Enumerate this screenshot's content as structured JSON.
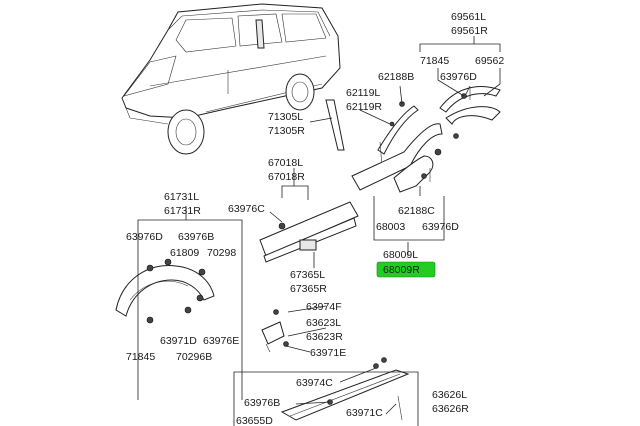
{
  "labels": {
    "l69561L": "69561L",
    "l69561R": "69561R",
    "l71845a": "71845",
    "l69562": "69562",
    "l62188B": "62188B",
    "l63976Da": "63976D",
    "l62119L": "62119L",
    "l62119R": "62119R",
    "l71305L": "71305L",
    "l71305R": "71305R",
    "l67018L": "67018L",
    "l67018R": "67018R",
    "l63976C": "63976C",
    "l62188C": "62188C",
    "l68003": "68003",
    "l63976Db": "63976D",
    "l68009L": "68009L",
    "l68009R": "68009R",
    "l61731L": "61731L",
    "l61731R": "61731R",
    "l63976Dc": "63976D",
    "l63976B": "63976B",
    "l61809": "61809",
    "l70298": "70298",
    "l67365L": "67365L",
    "l67365R": "67365R",
    "l63974F": "63974F",
    "l63623L": "63623L",
    "l63623R": "63623R",
    "l63971E": "63971E",
    "l63971D": "63971D",
    "l63976E": "63976E",
    "l71845b": "71845",
    "l70296B": "70296B",
    "l63974C": "63974C",
    "l63626L": "63626L",
    "l63626R": "63626R",
    "l63976Bb": "63976B",
    "l63971C": "63971C",
    "l63655D": "63655D"
  },
  "highlight": {
    "part": "68009R",
    "color": "#22cc22"
  }
}
